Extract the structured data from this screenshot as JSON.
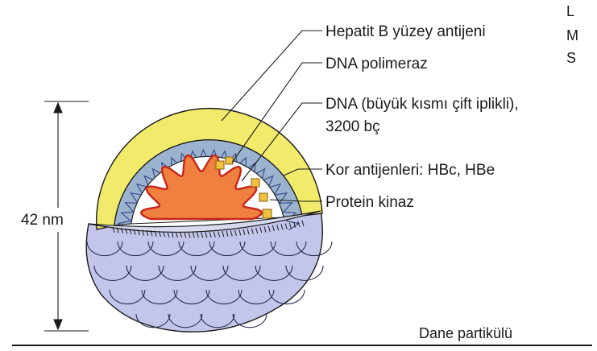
{
  "labels": {
    "hbsag": "Hepatit B yüzey antijeni",
    "dna_pol": "DNA polimeraz",
    "dna_line1": "DNA (büyük kısmı çift iplikli),",
    "dna_line2": "3200 bç",
    "core": "Kor antijenleri: HBc, HBe",
    "kinase": "Protein kinaz",
    "size": "42 nm",
    "caption": "Dane partikülü"
  },
  "side_letters": [
    "L",
    "M",
    "S"
  ],
  "colors": {
    "envelope": "#f2ea6a",
    "capsid": "#9cb3cf",
    "capsid_zigzag": "#3a4f8a",
    "dna_core": "#f08040",
    "dna_edge": "#c8261a",
    "protein_kinase": "#f0c040",
    "shell_cut": "#d8dbf0",
    "shell_bumps": "#c3c6ea",
    "outline": "#1a1a1a"
  }
}
